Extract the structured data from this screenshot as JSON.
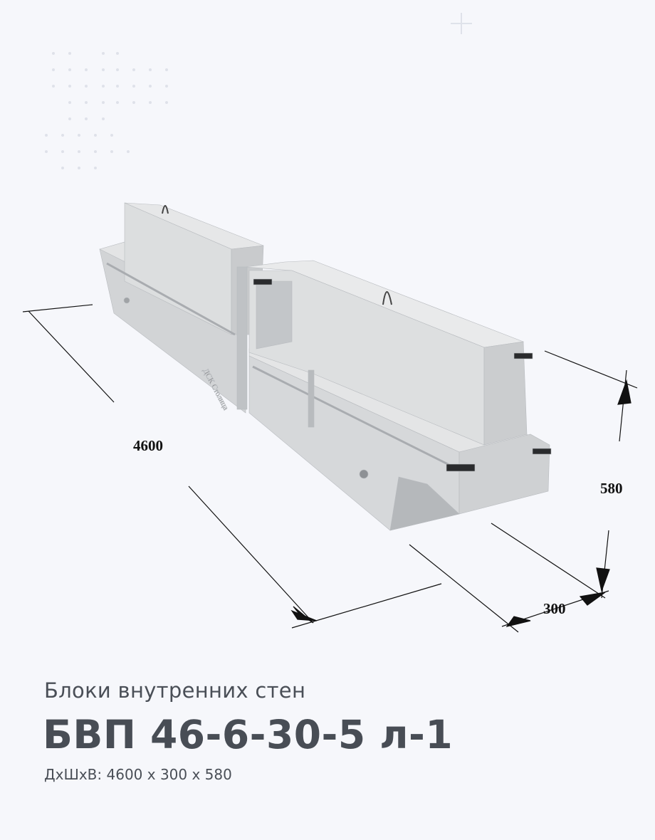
{
  "product": {
    "category": "Блоки внутренних стен",
    "model": "БВП 46-6-30-5 л-1",
    "dimensions_line": "ДхШхВ: 4600 х  300 х  580"
  },
  "drawing": {
    "length_label": "4600",
    "width_label": "300",
    "height_label": "580",
    "logo_text": "ДСК Столица"
  },
  "colors": {
    "background": "#f6f7fb",
    "text": "#484d55",
    "concrete": "#d9dbdd"
  }
}
